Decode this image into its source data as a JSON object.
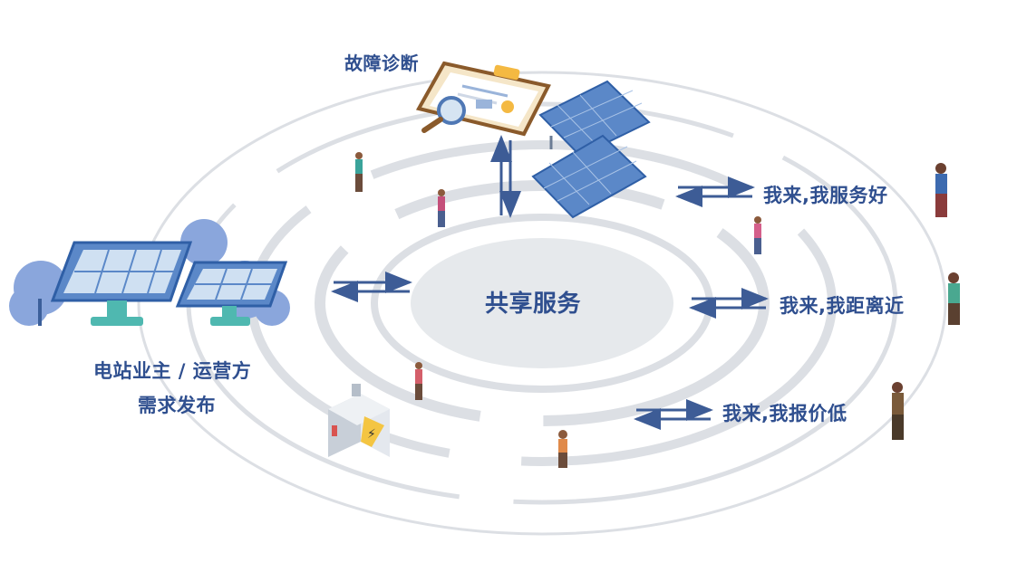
{
  "center": {
    "label": "共享服务"
  },
  "owner": {
    "line1": "电站业主 / 运营方",
    "line2": "需求发布"
  },
  "diagnosis": {
    "label": "故障诊断"
  },
  "providers": [
    {
      "label": "我来,我服务好"
    },
    {
      "label": "我来,我距离近"
    },
    {
      "label": "我来,我报价低"
    }
  ],
  "colors": {
    "text": "#2f4f8f",
    "arrow": "#3d5c96",
    "ring": "#d9dde2",
    "center_fill": "#e6e9ec",
    "panel": "#5b88c8",
    "tree": "#8aa6dc",
    "stand": "#4fb8b0"
  },
  "icons": [
    "solar-panel-icon",
    "clipboard-icon",
    "magnifier-icon",
    "electric-box-icon",
    "person-icon",
    "tree-icon"
  ]
}
